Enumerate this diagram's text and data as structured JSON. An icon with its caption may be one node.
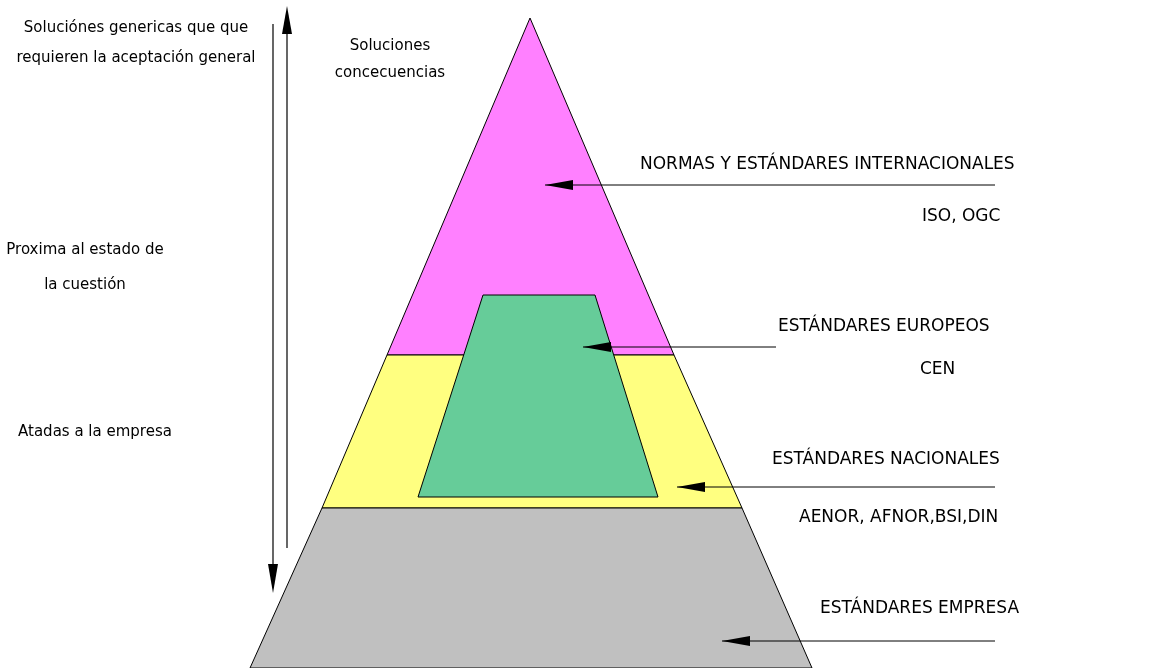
{
  "diagram": {
    "nodes": [
      {
        "text": [
          "NORMAS Y ESTÁNDARES INTERNACIONALES",
          "ISO, OGC"
        ]
      },
      {
        "text": [],
        "shape": "triangle"
      },
      {
        "text": [
          "ESTÁNDARES EUROPEOS",
          "CEN"
        ]
      },
      {
        "text": [],
        "shape": "trapezoid"
      },
      {
        "text": [
          "ESTÁNDARES NACIONALES",
          "AENOR, AFNOR,BSI,DIN"
        ]
      },
      {
        "text": [],
        "shape": "band"
      },
      {
        "text": [
          "ESTÁNDARES EMPRESA"
        ]
      },
      {
        "text": [],
        "shape": "band"
      }
    ],
    "edges": [
      {
        "from": 0,
        "to": 1,
        "arrow": "to"
      },
      {
        "from": 2,
        "to": 3,
        "arrow": "to"
      },
      {
        "from": 4,
        "to": 5,
        "arrow": "to"
      },
      {
        "from": 6,
        "to": 7,
        "arrow": "to"
      }
    ],
    "labels": [
      "Soluciónes genericas que que requieren la aceptación general",
      "Soluciones concecuencias",
      "Proxima al estado de la cuestión",
      "Atadas a la empresa"
    ]
  }
}
